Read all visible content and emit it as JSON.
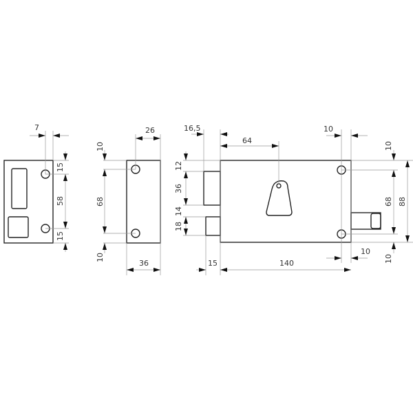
{
  "drawing": {
    "strike_plate": {
      "labels": {
        "width_offset": "7",
        "top": "15",
        "hole_spacing": "58",
        "bottom": "15"
      }
    },
    "keeper": {
      "labels": {
        "hole_offset": "26",
        "top": "10",
        "hole_spacing": "68",
        "bottom": "10",
        "width": "36"
      }
    },
    "lock_body": {
      "labels": {
        "bolt_projection": "16,5",
        "key_offset": "64",
        "hole_offset_top": "10",
        "top_margin": "12",
        "deadbolt_height": "36",
        "gap": "14",
        "latch_height": "18",
        "top": "10",
        "hole_spacing": "68",
        "bottom": "10",
        "height": "88",
        "latch_projection": "15",
        "width": "140",
        "hole_offset_bottom": "10"
      }
    }
  }
}
